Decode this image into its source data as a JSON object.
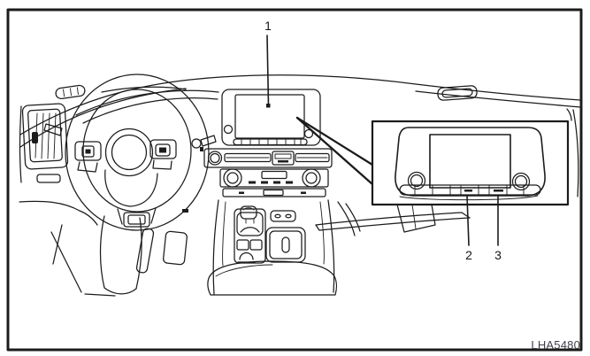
{
  "figure": {
    "code": "LHA5480",
    "callouts": [
      {
        "number": "1"
      },
      {
        "number": "2"
      },
      {
        "number": "3"
      }
    ],
    "colors": {
      "line": "#1c1c1c",
      "background": "#ffffff",
      "frame": "#1c1c1c",
      "code_text": "#3f3f49"
    }
  }
}
